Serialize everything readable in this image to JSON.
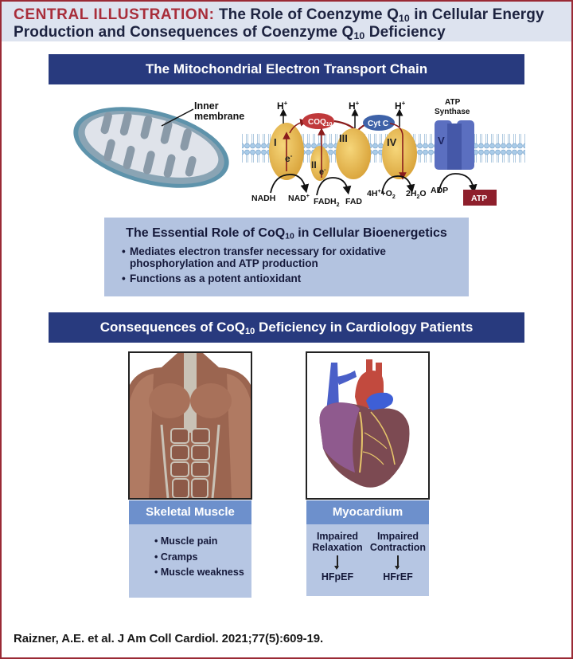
{
  "header": {
    "prefix": "CENTRAL ILLUSTRATION:",
    "title_part1": "The Role of Coenzyme Q",
    "title_sub1": "10",
    "title_part2": "in Cellular Energy",
    "title_line2_part1": "Production and Consequences of Coenzyme Q",
    "title_sub2": "10",
    "title_line2_part2": "Deficiency"
  },
  "etc_section": {
    "heading": "The Mitochondrial Electron Transport Chain",
    "mito_label_line1": "Inner",
    "mito_label_line2": "membrane",
    "proton": "H",
    "proton_sup": "+",
    "complexes": [
      "I",
      "II",
      "III",
      "IV",
      "V"
    ],
    "electron": "e",
    "electron_sup": "-",
    "coq10": "COQ",
    "coq10_sub": "10",
    "cytc": "Cyt C",
    "atp_synthase_line1": "ATP",
    "atp_synthase_line2": "Synthase",
    "substrates": {
      "nadh": "NADH",
      "nad": "NAD",
      "nad_sup": "+",
      "fadh": "FADH",
      "fadh_sub": "2",
      "fad": "FAD",
      "o2_reactant": "4H",
      "o2_reactant_sup": "+",
      "o2_reactant_rest": "+O",
      "o2_reactant_sub": "2",
      "water": "2H",
      "water_sub": "2",
      "water_o": "O",
      "adp": "ADP",
      "atp": "ATP"
    },
    "colors": {
      "complex": "#e8b84a",
      "coq10": "#c0393b",
      "cytc": "#3e62a8",
      "synthase": "#5b6fc0",
      "atp_box": "#8e1f2c",
      "membrane": "#a9cbe8"
    }
  },
  "role_box": {
    "title_part1": "The Essential Role of CoQ",
    "title_sub": "10",
    "title_part2": "in Cellular Bioenergetics",
    "bullets": [
      "Mediates electron transfer necessary for oxidative phosphorylation and ATP production",
      "Functions as a potent antioxidant"
    ]
  },
  "consequences": {
    "heading_part1": "Consequences of CoQ",
    "heading_sub": "10",
    "heading_part2": "Deficiency in Cardiology Patients",
    "skeletal": {
      "title": "Skeletal Muscle",
      "items": [
        "Muscle pain",
        "Cramps",
        "Muscle weakness"
      ]
    },
    "myocardium": {
      "title": "Myocardium",
      "left_line1": "Impaired",
      "left_line2": "Relaxation",
      "left_result": "HFpEF",
      "right_line1": "Impaired",
      "right_line2": "Contraction",
      "right_result": "HFrEF"
    }
  },
  "citation": "Raizner, A.E. et al. J Am Coll Cardiol. 2021;77(5):609-19."
}
